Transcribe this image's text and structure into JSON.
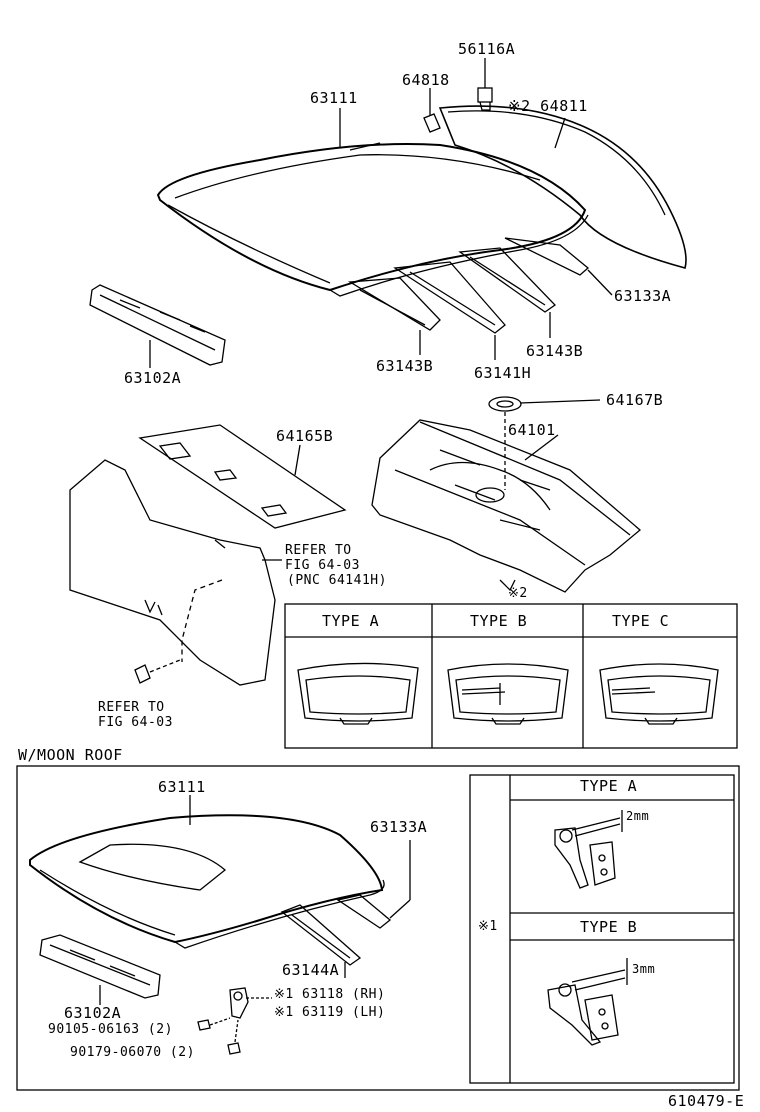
{
  "labels": {
    "p56116a": "56116A",
    "p64818": "64818",
    "p63111_top": "63111",
    "p64811": "※2 64811",
    "p63133a_top": "63133A",
    "p63102a_top": "63102A",
    "p63143b_left": "63143B",
    "p63141h": "63141H",
    "p63143b_right": "63143B",
    "p64167b": "64167B",
    "p64165b": "64165B",
    "p64101": "64101",
    "refer1_l1": "REFER TO",
    "refer1_l2": "FIG 64-03",
    "refer1_l3": "(PNC 64141H)",
    "refer2_l1": "REFER TO",
    "refer2_l2": "FIG 64-03",
    "note2": "※2",
    "moonroof": "W/MOON ROOF",
    "p63111_bot": "63111",
    "p63133a_bot": "63133A",
    "p63144a": "63144A",
    "p63102a_bot": "63102A",
    "p63118": "※1 63118 (RH)",
    "p63119": "※1 63119 (LH)",
    "p90105": "90105-06163 (2)",
    "p90179": "90179-06070 (2)",
    "note1": "※1",
    "footer": "610479-E"
  },
  "glass_types": [
    "TYPE  A",
    "TYPE  B",
    "TYPE  C"
  ],
  "hinge_types": {
    "a_title": "TYPE  A",
    "a_dim": "2mm",
    "b_title": "TYPE  B",
    "b_dim": "3mm"
  }
}
